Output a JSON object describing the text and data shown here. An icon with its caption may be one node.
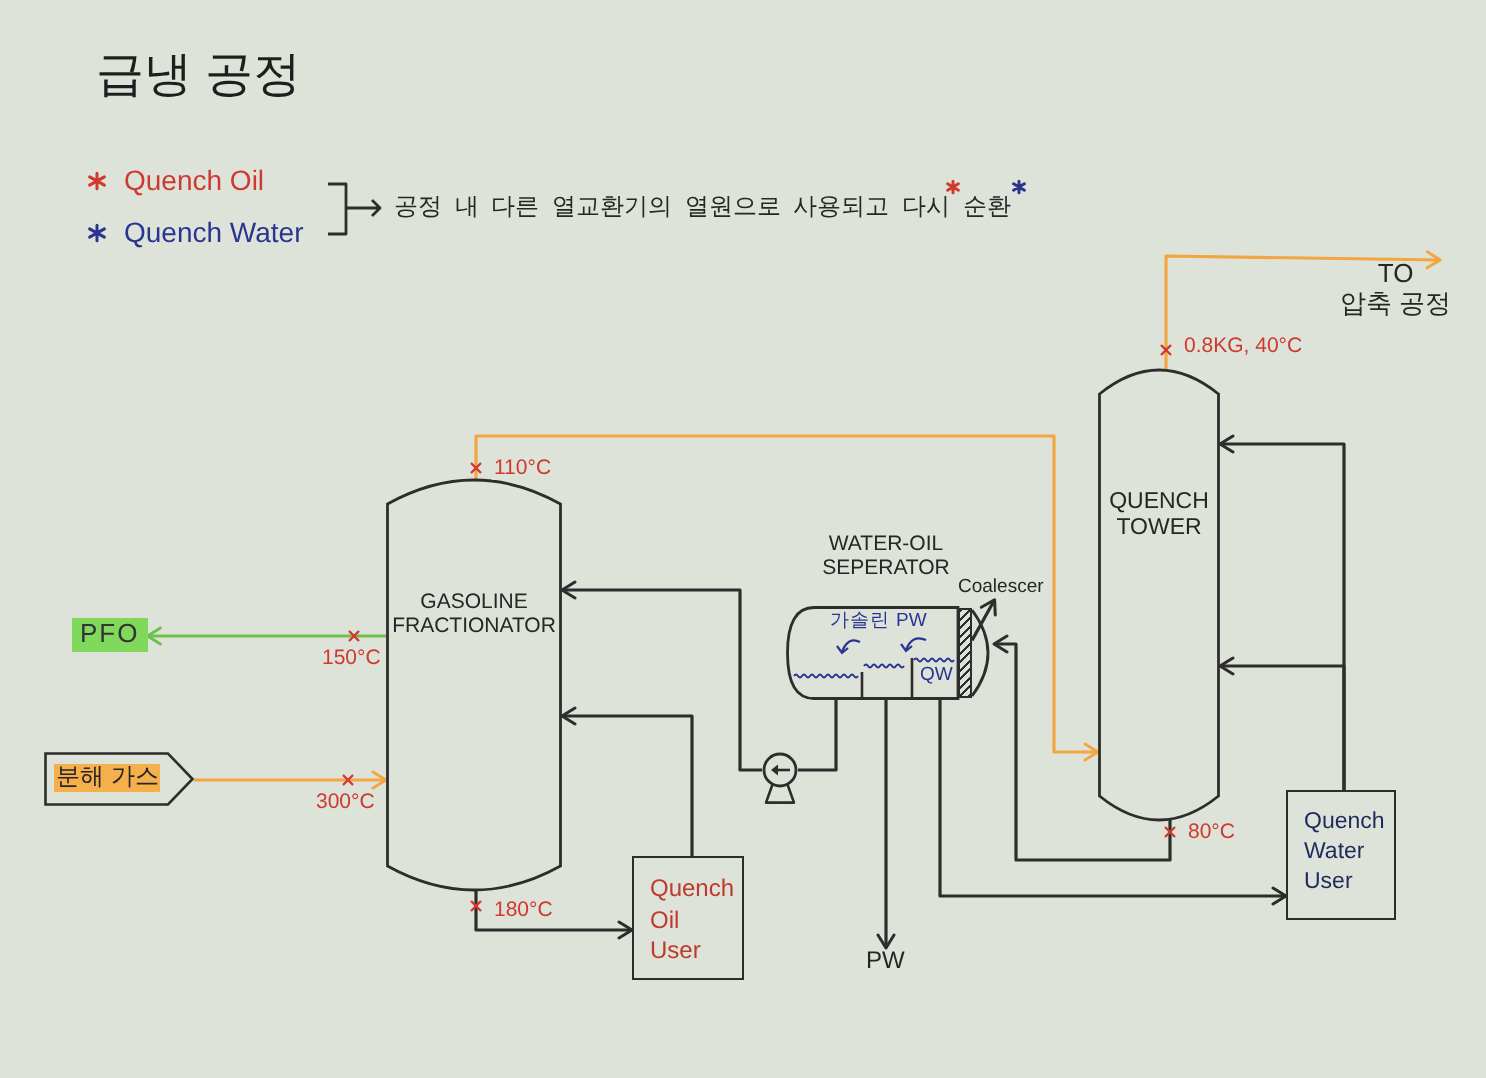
{
  "diagram": {
    "title": "급냉 공정",
    "nodes": [
      {
        "text": [
          "TO 압축 공정"
        ]
      },
      {
        "text": [
          "QUENCH TOWER"
        ]
      },
      {
        "text": [
          "GASOLINE FRACTIONATOR"
        ]
      },
      {
        "text": [
          "WATER-OIL SEPERATOR",
          "가솔린",
          "PW",
          "QW"
        ]
      },
      {
        "text": [],
        "shape": "bar",
        "in": 3
      },
      {
        "text": [
          "Coalescer"
        ]
      },
      {
        "text": [
          "PFO"
        ]
      },
      {
        "text": [
          "분해 가스"
        ]
      },
      {
        "text": [],
        "shape": "pump"
      },
      {
        "text": [
          "Quench Oil User"
        ]
      },
      {
        "text": [
          "Quench Water User"
        ]
      },
      {
        "text": [
          "PW"
        ]
      }
    ],
    "edges": [
      {
        "from": 7,
        "to": 2,
        "arrow": "to",
        "label": "300°C",
        "color": "#f2a540"
      },
      {
        "from": 2,
        "to": 6,
        "arrow": "to",
        "label": "150°C",
        "color": "#6cc24a"
      },
      {
        "from": 2,
        "to": 1,
        "arrow": "to",
        "label": "110°C",
        "color": "#f2a540"
      },
      {
        "from": 1,
        "to": 0,
        "arrow": "to",
        "label": "0.8KG, 40°C",
        "color": "#f2a540"
      },
      {
        "from": 2,
        "to": 9,
        "arrow": "to",
        "label": "180°C"
      },
      {
        "from": 9,
        "to": 2,
        "arrow": "to"
      },
      {
        "from": 3,
        "to": 8,
        "arrow": "none"
      },
      {
        "from": 8,
        "to": 2,
        "arrow": "to"
      },
      {
        "from": 3,
        "to": 11,
        "arrow": "to"
      },
      {
        "from": 3,
        "to": 10,
        "arrow": "to"
      },
      {
        "from": 1,
        "to": 3,
        "arrow": "to",
        "label": "80°C"
      },
      {
        "from": 10,
        "to": 1,
        "arrow": "to"
      },
      {
        "from": 10,
        "to": 1,
        "arrow": "to"
      },
      {
        "from": 4,
        "to": 5,
        "arrow": "to"
      }
    ],
    "labels": [
      "공정 내 다른 열교환기의 열원으로 사용되고 다시 순환"
    ],
    "legend": [
      {
        "text": "Quench Oil"
      },
      {
        "text": "Quench Water"
      }
    ]
  }
}
